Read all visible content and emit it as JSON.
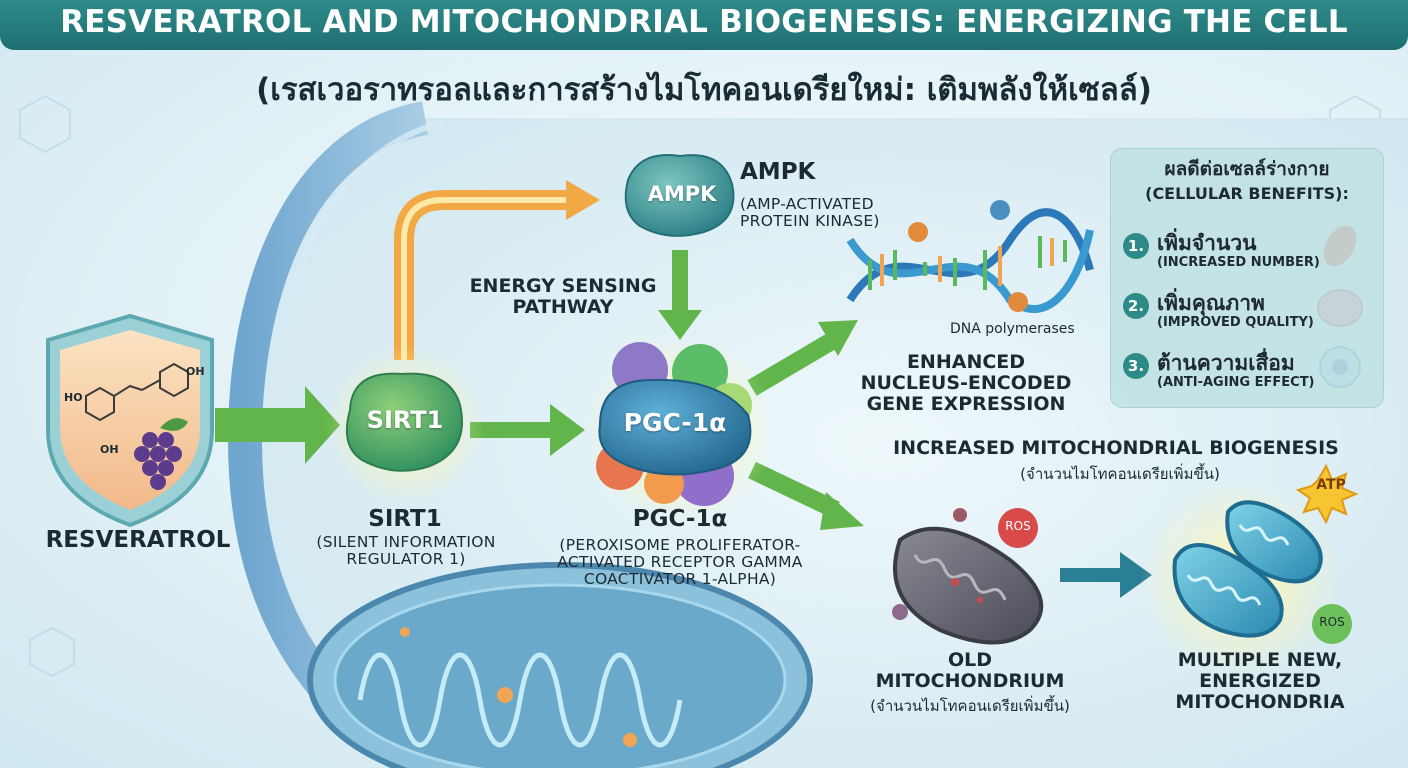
{
  "header": {
    "title": "RESVERATROL AND MITOCHONDRIAL BIOGENESIS: ENERGIZING THE CELL",
    "subtitle": "(เรสเวอราทรอลและการสร้างไมโทคอนเดรียใหม่: เติมพลังให้เซลล์)"
  },
  "resveratrol": {
    "label": "RESVERATROL",
    "oh_1": "OH",
    "oh_2": "HO",
    "oh_3": "OH"
  },
  "sirt1": {
    "node": "SIRT1",
    "name": "SIRT1",
    "desc_1": "(SILENT INFORMATION",
    "desc_2": "REGULATOR 1)"
  },
  "ampk": {
    "node": "AMPK",
    "name": "AMPK",
    "desc_1": "(AMP-ACTIVATED",
    "desc_2": "PROTEIN KINASE)"
  },
  "pathway": {
    "line_1": "ENERGY SENSING",
    "line_2": "PATHWAY"
  },
  "pgc": {
    "node": "PGC-1α",
    "name": "PGC-1α",
    "desc_1": "(PEROXISOME PROLIFERATOR-",
    "desc_2": "ACTIVATED RECEPTOR GAMMA",
    "desc_3": "COACTIVATOR 1-ALPHA)"
  },
  "dna": {
    "enzyme": "DNA polymerases",
    "line_1": "ENHANCED",
    "line_2": "NUCLEUS-ENCODED",
    "line_3": "GENE EXPRESSION"
  },
  "biogenesis": {
    "title": "INCREASED MITOCHONDRIAL BIOGENESIS",
    "thai": "(จำนวนไมโทคอนเดรียเพิ่มขึ้น)"
  },
  "old_mito": {
    "line_1": "OLD",
    "line_2": "MITOCHONDRIUM",
    "thai": "(จำนวนไมโทคอนเดรียเพิ่มขึ้น)",
    "ros": "ROS"
  },
  "new_mito": {
    "line_1": "MULTIPLE NEW,",
    "line_2": "ENERGIZED",
    "line_3": "MITOCHONDRIA",
    "atp": "ATP",
    "ros": "ROS"
  },
  "benefits": {
    "title_1": "ผลดีต่อเซลล์ร่างกาย",
    "title_2": "(CELLULAR BENEFITS):",
    "items": [
      {
        "num": "1.",
        "main": "เพิ่มจำนวน",
        "sub": "(INCREASED NUMBER)",
        "icon": "muscle-icon"
      },
      {
        "num": "2.",
        "main": "เพิ่มคุณภาพ",
        "sub": "(IMPROVED QUALITY)",
        "icon": "brain-icon"
      },
      {
        "num": "3.",
        "main": "ต้านความเสื่อม",
        "sub": "(ANTI-AGING EFFECT)",
        "icon": "cell-icon"
      }
    ]
  },
  "colors": {
    "banner": "#247a7b",
    "arrow_green": "#5fb84a",
    "arrow_orange": "#f2a945",
    "node_green": "#4aa565",
    "node_teal": "#3d9e9c"
  }
}
